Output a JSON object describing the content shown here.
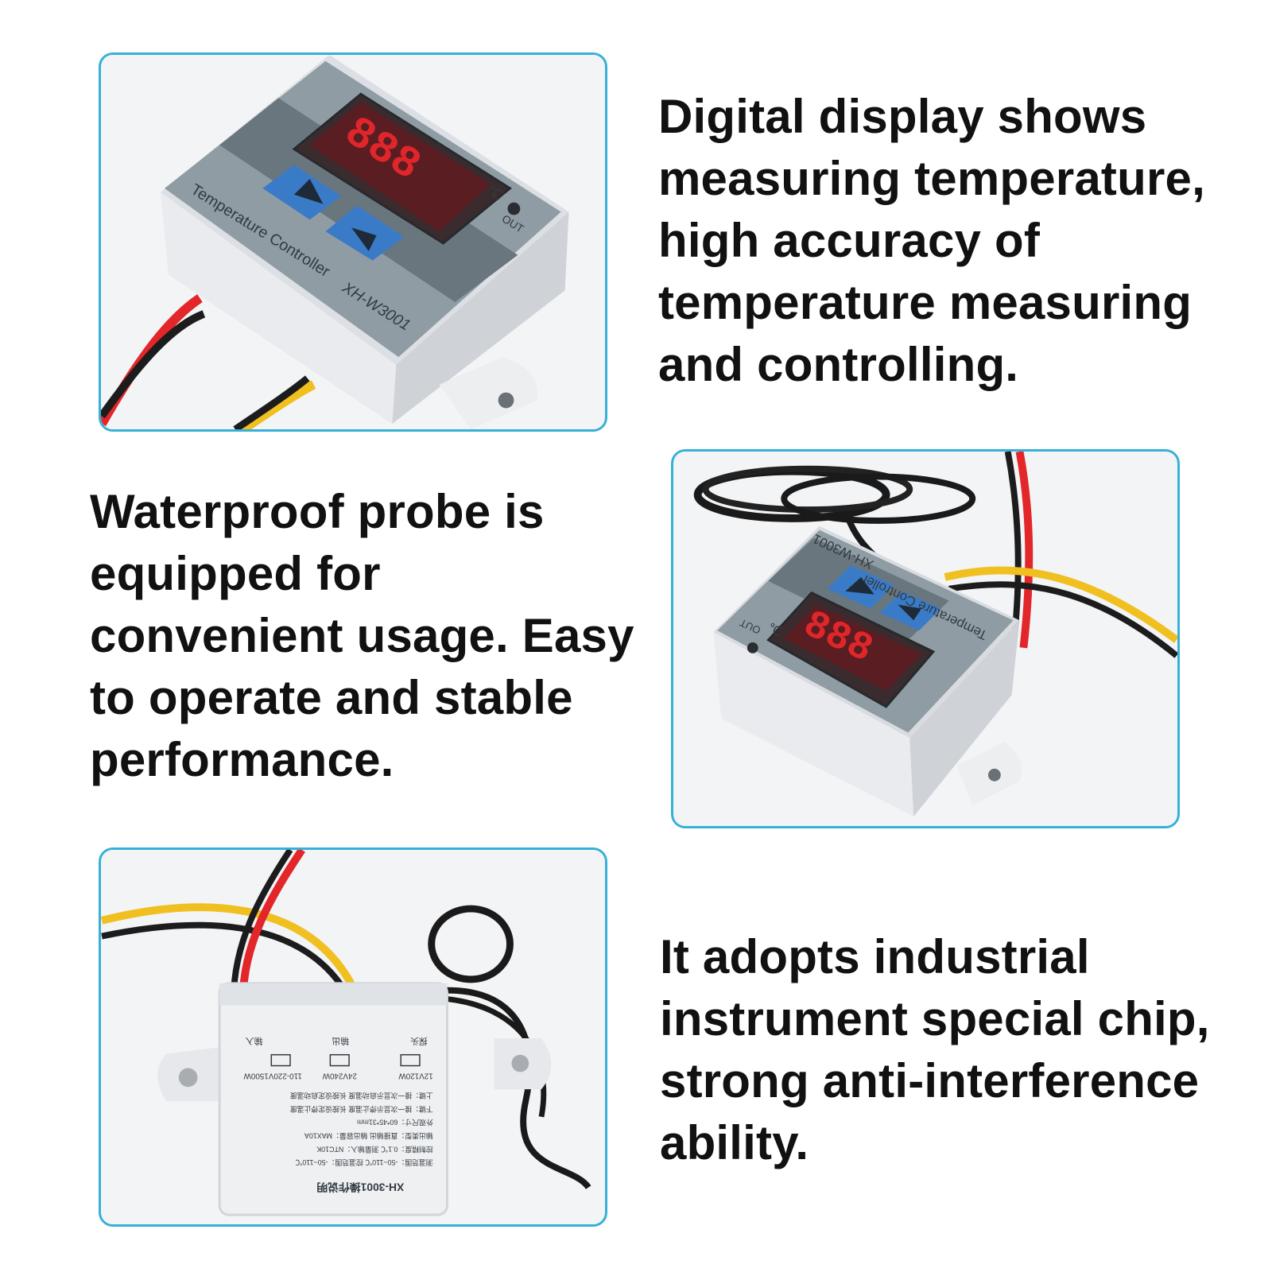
{
  "features": [
    {
      "caption": "Digital display shows measuring temperature, high accuracy of temperature measuring and controlling.",
      "image": {
        "label_product": "Temperature Controller",
        "label_model": "XH-W3001",
        "display_digits": "888",
        "unit": "℃",
        "indicator": "OUT"
      }
    },
    {
      "caption": "Waterproof probe is equipped for convenient usage. Easy to operate and stable performance.",
      "image": {
        "label_product": "Temperature Controller",
        "label_model": "XH-W3001",
        "display_digits": "888",
        "unit": "℃",
        "indicator": "OUT"
      }
    },
    {
      "caption": "It adopts industrial instrument special chip, strong anti-interference ability.",
      "image": {
        "rear_title": "XH-3001操作说明",
        "terminals": [
          "输入",
          "输出",
          "探头"
        ],
        "ratings": [
          "110-220V1500W",
          "24V240W",
          "12V120W"
        ],
        "lines": [
          "上键：接一次显示启动温度 长按设定启动温度",
          "下键：接一次显示停止温度 长按设定停止温度",
          "外观尺寸：60*45*31mm",
          "输出类型：直接输出  输出容量：MAX10A",
          "控制精度：0.1℃  测量输入：NTC10K",
          "测温范围：-50~110℃  控温范围：-50~110℃"
        ]
      }
    }
  ]
}
